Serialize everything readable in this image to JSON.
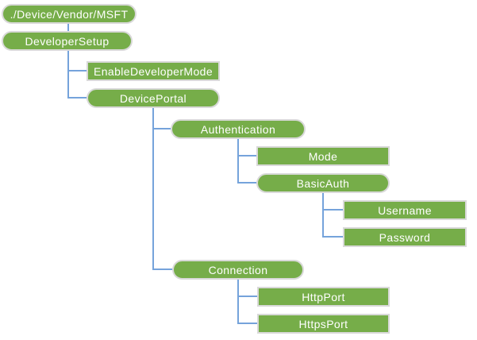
{
  "diagram": {
    "type": "tree",
    "colors": {
      "node_fill": "#76AD49",
      "node_border": "#D9D9D9",
      "connector": "#75A3DB",
      "node_text": "#FFFFFF",
      "background": "#FFFFFF"
    },
    "nodes": [
      {
        "label": "./Device/Vendor/MSFT",
        "shape": "rounded",
        "parent": null
      },
      {
        "label": "DeveloperSetup",
        "shape": "rounded",
        "parent": "./Device/Vendor/MSFT"
      },
      {
        "label": "EnableDeveloperMode",
        "shape": "rect",
        "parent": "DeveloperSetup"
      },
      {
        "label": "DevicePortal",
        "shape": "rounded",
        "parent": "DeveloperSetup"
      },
      {
        "label": "Authentication",
        "shape": "rounded",
        "parent": "DevicePortal"
      },
      {
        "label": "Mode",
        "shape": "rect",
        "parent": "Authentication"
      },
      {
        "label": "BasicAuth",
        "shape": "rounded",
        "parent": "Authentication"
      },
      {
        "label": "Username",
        "shape": "rect",
        "parent": "BasicAuth"
      },
      {
        "label": "Password",
        "shape": "rect",
        "parent": "BasicAuth"
      },
      {
        "label": "Connection",
        "shape": "rounded",
        "parent": "DevicePortal"
      },
      {
        "label": "HttpPort",
        "shape": "rect",
        "parent": "Connection"
      },
      {
        "label": "HttpsPort",
        "shape": "rect",
        "parent": "Connection"
      }
    ]
  }
}
